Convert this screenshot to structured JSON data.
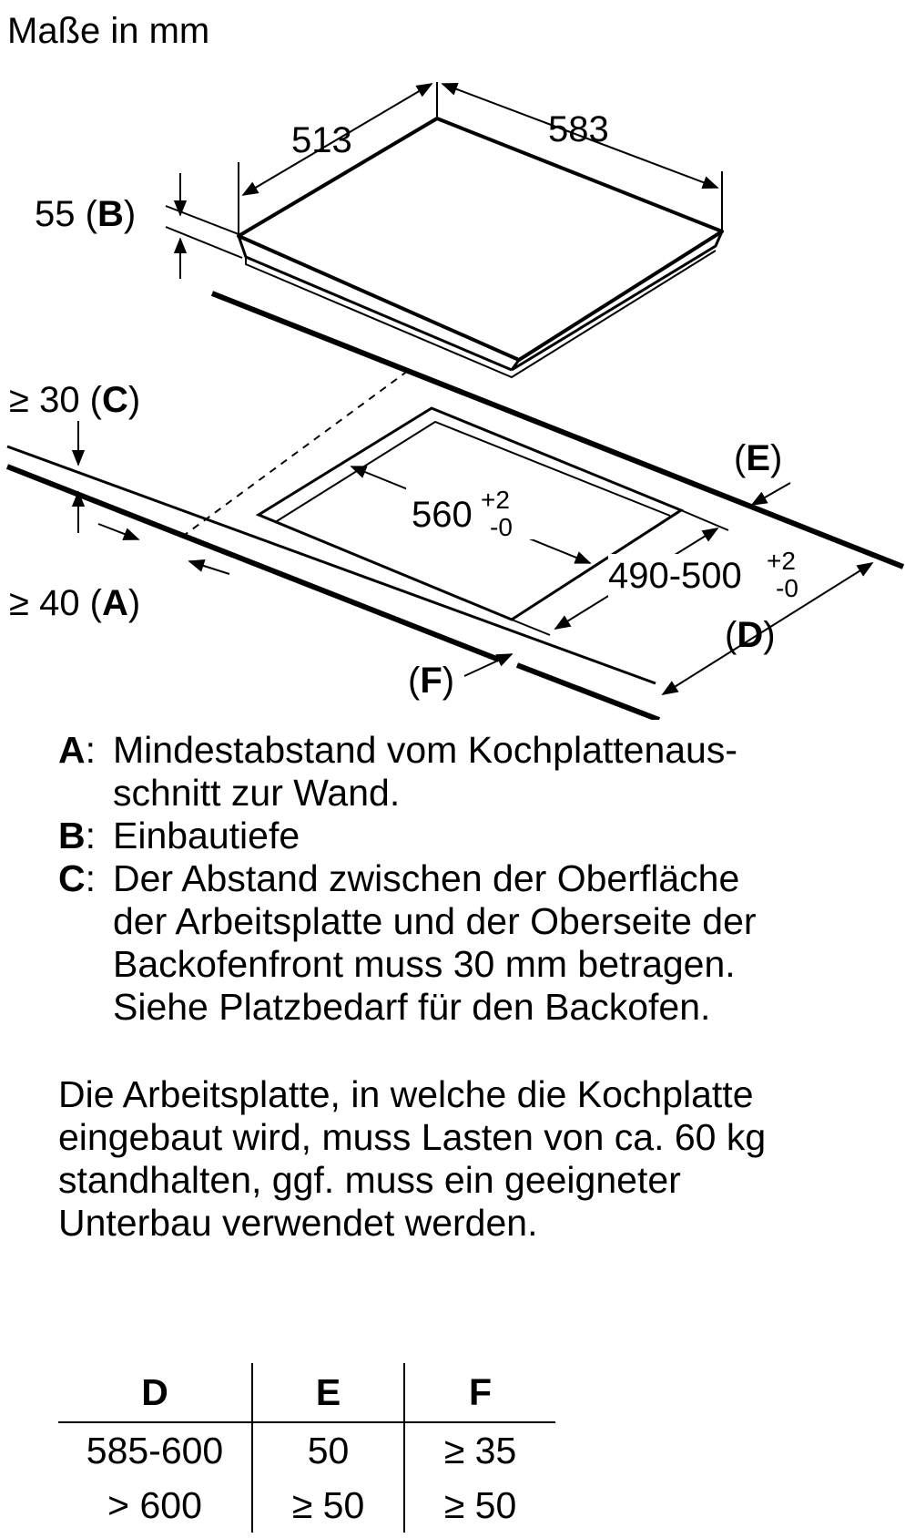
{
  "header": {
    "units_label": "Maße in mm"
  },
  "diagram": {
    "dim_depth": "513",
    "dim_width": "583",
    "dim_height": "55",
    "label_b": "B",
    "dim_c_prefix": "≥ 30",
    "label_c": "C",
    "dim_a_prefix": "≥ 40",
    "label_a": "A",
    "cutout_width": "560",
    "cutout_width_tol_plus": "+2",
    "cutout_width_tol_minus": "-0",
    "cutout_depth": "490-500",
    "cutout_depth_tol_plus": "+2",
    "cutout_depth_tol_minus": "-0",
    "label_d": "D",
    "label_e": "E",
    "label_f": "F"
  },
  "legend": [
    {
      "key": "A",
      "lines": [
        "Mindestabstand vom Kochplattenaus-",
        "schnitt zur Wand."
      ]
    },
    {
      "key": "B",
      "lines": [
        "Einbautiefe"
      ]
    },
    {
      "key": "C",
      "lines": [
        "Der Abstand zwischen der Oberfläche",
        "der Arbeitsplatte und der Oberseite der",
        "Backofenfront muss 30 mm betragen.",
        "Siehe Platzbedarf für den Backofen."
      ]
    }
  ],
  "note": {
    "lines": [
      "Die Arbeitsplatte, in welche die Kochplatte",
      "eingebaut wird, muss Lasten von ca. 60 kg",
      "standhalten, ggf. muss ein geeigneter",
      "Unterbau verwendet werden."
    ]
  },
  "table": {
    "headers": [
      "D",
      "E",
      "F"
    ],
    "rows": [
      [
        "585-600",
        "50",
        "≥ 35"
      ],
      [
        "> 600",
        "≥ 50",
        "≥ 50"
      ]
    ]
  }
}
